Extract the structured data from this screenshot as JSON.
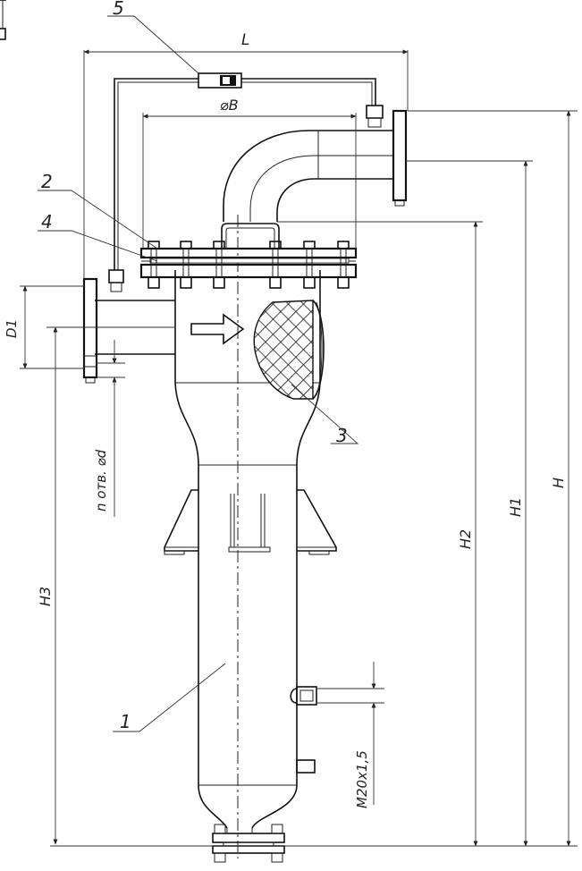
{
  "callouts": {
    "body": "1",
    "cover_gasket": "2",
    "filter_element": "3",
    "seal": "4",
    "pressure_gauge": "5"
  },
  "dimensions": {
    "length": "L",
    "diameter": "⌀B",
    "inlet_diameter": "D1",
    "holes": "n отв. ⌀d",
    "thread": "M20x1,5",
    "height_total": "H",
    "height_outlet": "H1",
    "height_cover": "H2",
    "height_inlet": "H3"
  }
}
